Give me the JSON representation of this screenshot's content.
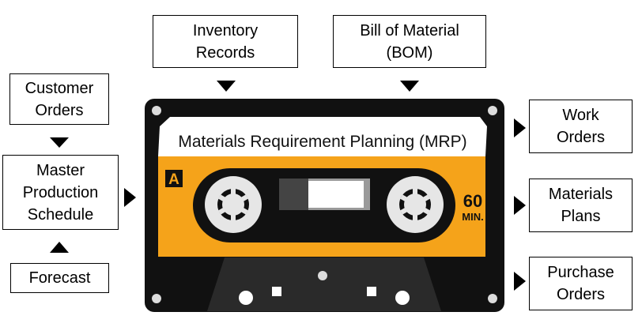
{
  "inputs": {
    "inventory_records": "Inventory\nRecords",
    "bom": "Bill of Material\n(BOM)",
    "customer_orders": "Customer\nOrders",
    "master_production_schedule": "Master\nProduction\nSchedule",
    "forecast": "Forecast"
  },
  "outputs": {
    "work_orders": "Work\nOrders",
    "materials_plans": "Materials\nPlans",
    "purchase_orders": "Purchase\nOrders"
  },
  "cassette": {
    "title": "Materials Requirement Planning (MRP)",
    "side": "A",
    "minutes": "60",
    "minutes_unit": "MIN."
  },
  "colors": {
    "tape_body": "#111111",
    "label_orange": "#f5a31a",
    "label_white": "#ffffff",
    "reel": "#e6e6e6"
  }
}
